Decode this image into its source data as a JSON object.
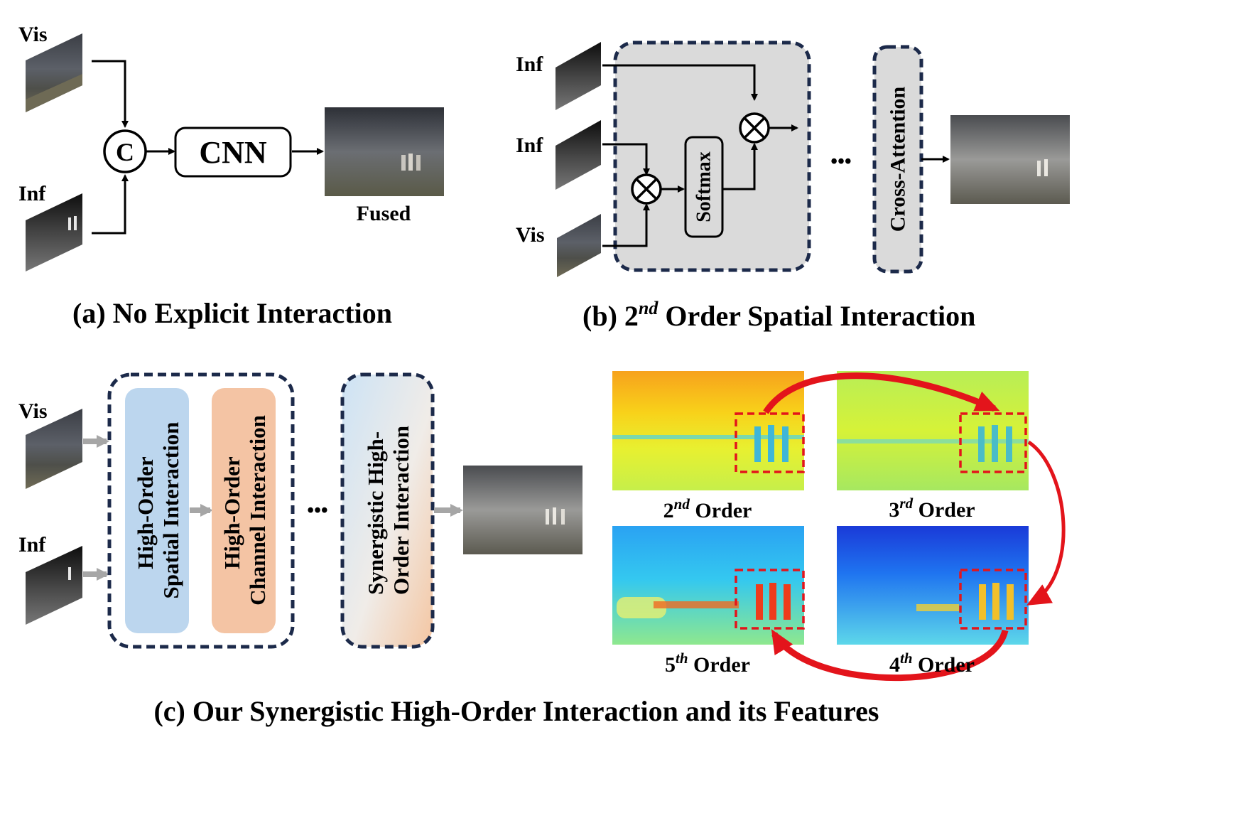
{
  "labels": {
    "vis": "Vis",
    "inf": "Inf",
    "concat": "C",
    "cnn": "CNN",
    "fused": "Fused",
    "softmax": "Softmax",
    "cross_attention": "Cross-Attention",
    "ellipsis": "•••",
    "spatial_line1": "High-Order",
    "spatial_line2": "Spatial Interaction",
    "channel_line1": "High-Order",
    "channel_line2": "Channel Interaction",
    "synergistic_line1": "Synergistic High-",
    "synergistic_line2": "Order Interaction"
  },
  "captions": {
    "a": "(a) No Explicit Interaction",
    "b_prefix": "(b) 2",
    "b_sup": "nd",
    "b_suffix": " Order Spatial Interaction",
    "c": "(c) Our Synergistic High-Order Interaction and its Features"
  },
  "orders": [
    {
      "num": "2",
      "sup": "nd",
      "word": " Order"
    },
    {
      "num": "3",
      "sup": "rd",
      "word": " Order"
    },
    {
      "num": "5",
      "sup": "th",
      "word": " Order"
    },
    {
      "num": "4",
      "sup": "th",
      "word": " Order"
    }
  ],
  "colors": {
    "box_border": "#1c2a4a",
    "panel_gray": "#dadada",
    "spatial_blue": "#bcd6ee",
    "channel_orange": "#f4c4a4",
    "arrow_gray": "#a6a6a6",
    "arrow_red": "#e3141b"
  },
  "icons": [
    "concat-circle-icon",
    "multiply-circle-icon"
  ]
}
